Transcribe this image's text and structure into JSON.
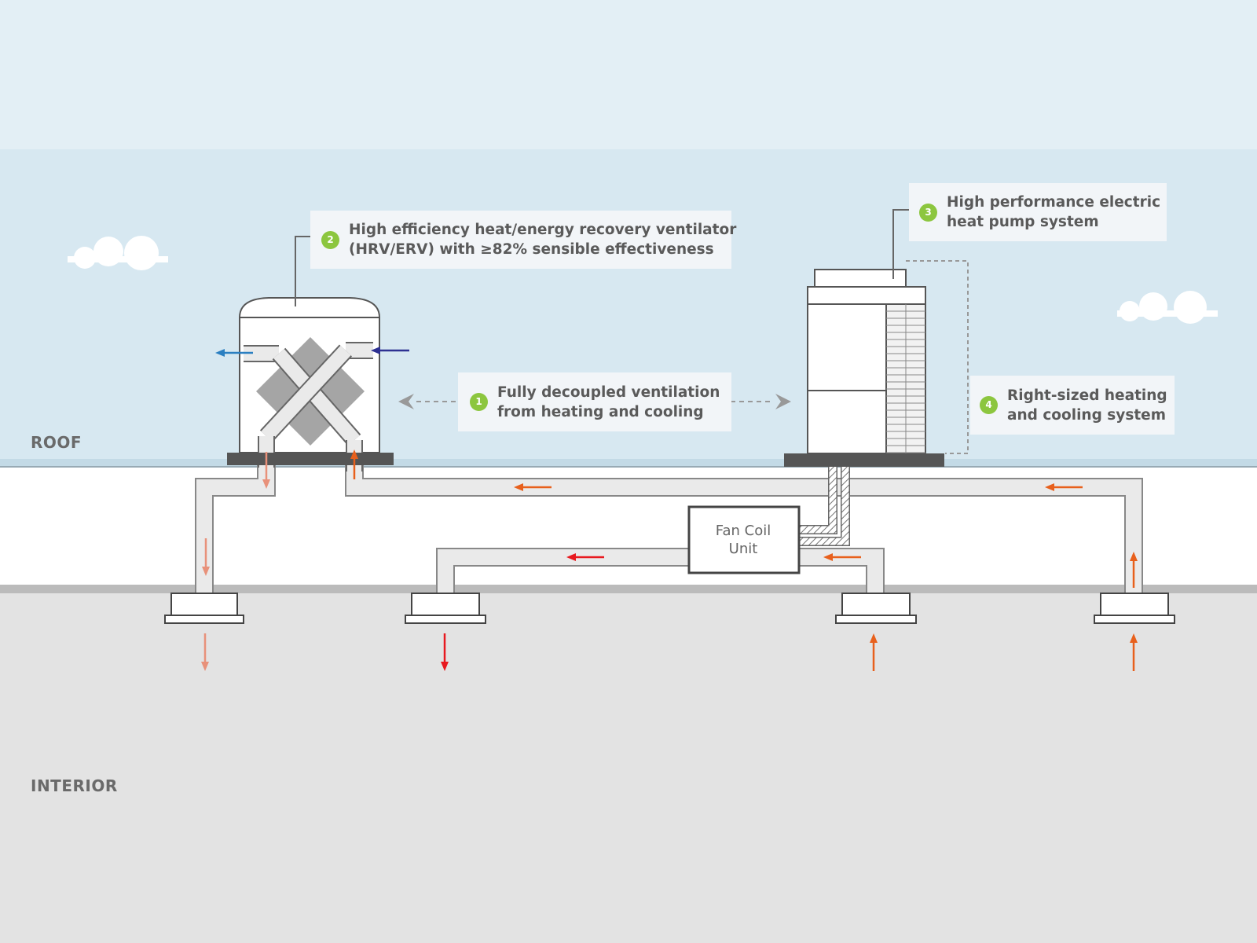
{
  "zones": {
    "roof_label": "ROOF",
    "interior_label": "INTERIOR"
  },
  "callouts": [
    {
      "number": "1",
      "lines": [
        "Fully decoupled ventilation",
        "from heating and cooling"
      ]
    },
    {
      "number": "2",
      "lines": [
        "High efficiency heat/energy recovery ventilator",
        "(HRV/ERV) with ≥82% sensible effectiveness"
      ]
    },
    {
      "number": "3",
      "lines": [
        "High performance electric",
        "heat pump system"
      ]
    },
    {
      "number": "4",
      "lines": [
        "Right-sized heating",
        "and cooling system"
      ]
    }
  ],
  "fan_coil_unit": {
    "line1": "Fan Coil",
    "line2": "Unit"
  },
  "colors": {
    "sky": "#e3eff5",
    "sky_band": "#d7e8f1",
    "interior": "#e3e3e3",
    "duct_fill": "#eaeaea",
    "outline": "#555555",
    "badge_green": "#8cc63f",
    "arrow_exhaust_air": "#e8917a",
    "arrow_supply_air": "#e8191f",
    "arrow_return_air": "#e8601c",
    "arrow_outdoor_exhaust": "#2a7fc1",
    "arrow_outdoor_intake": "#2e3192"
  },
  "icons": [
    "cloud-icon",
    "hrv-erv-unit-icon",
    "heat-pump-unit-icon",
    "fan-coil-unit-icon",
    "diffuser-icon"
  ]
}
